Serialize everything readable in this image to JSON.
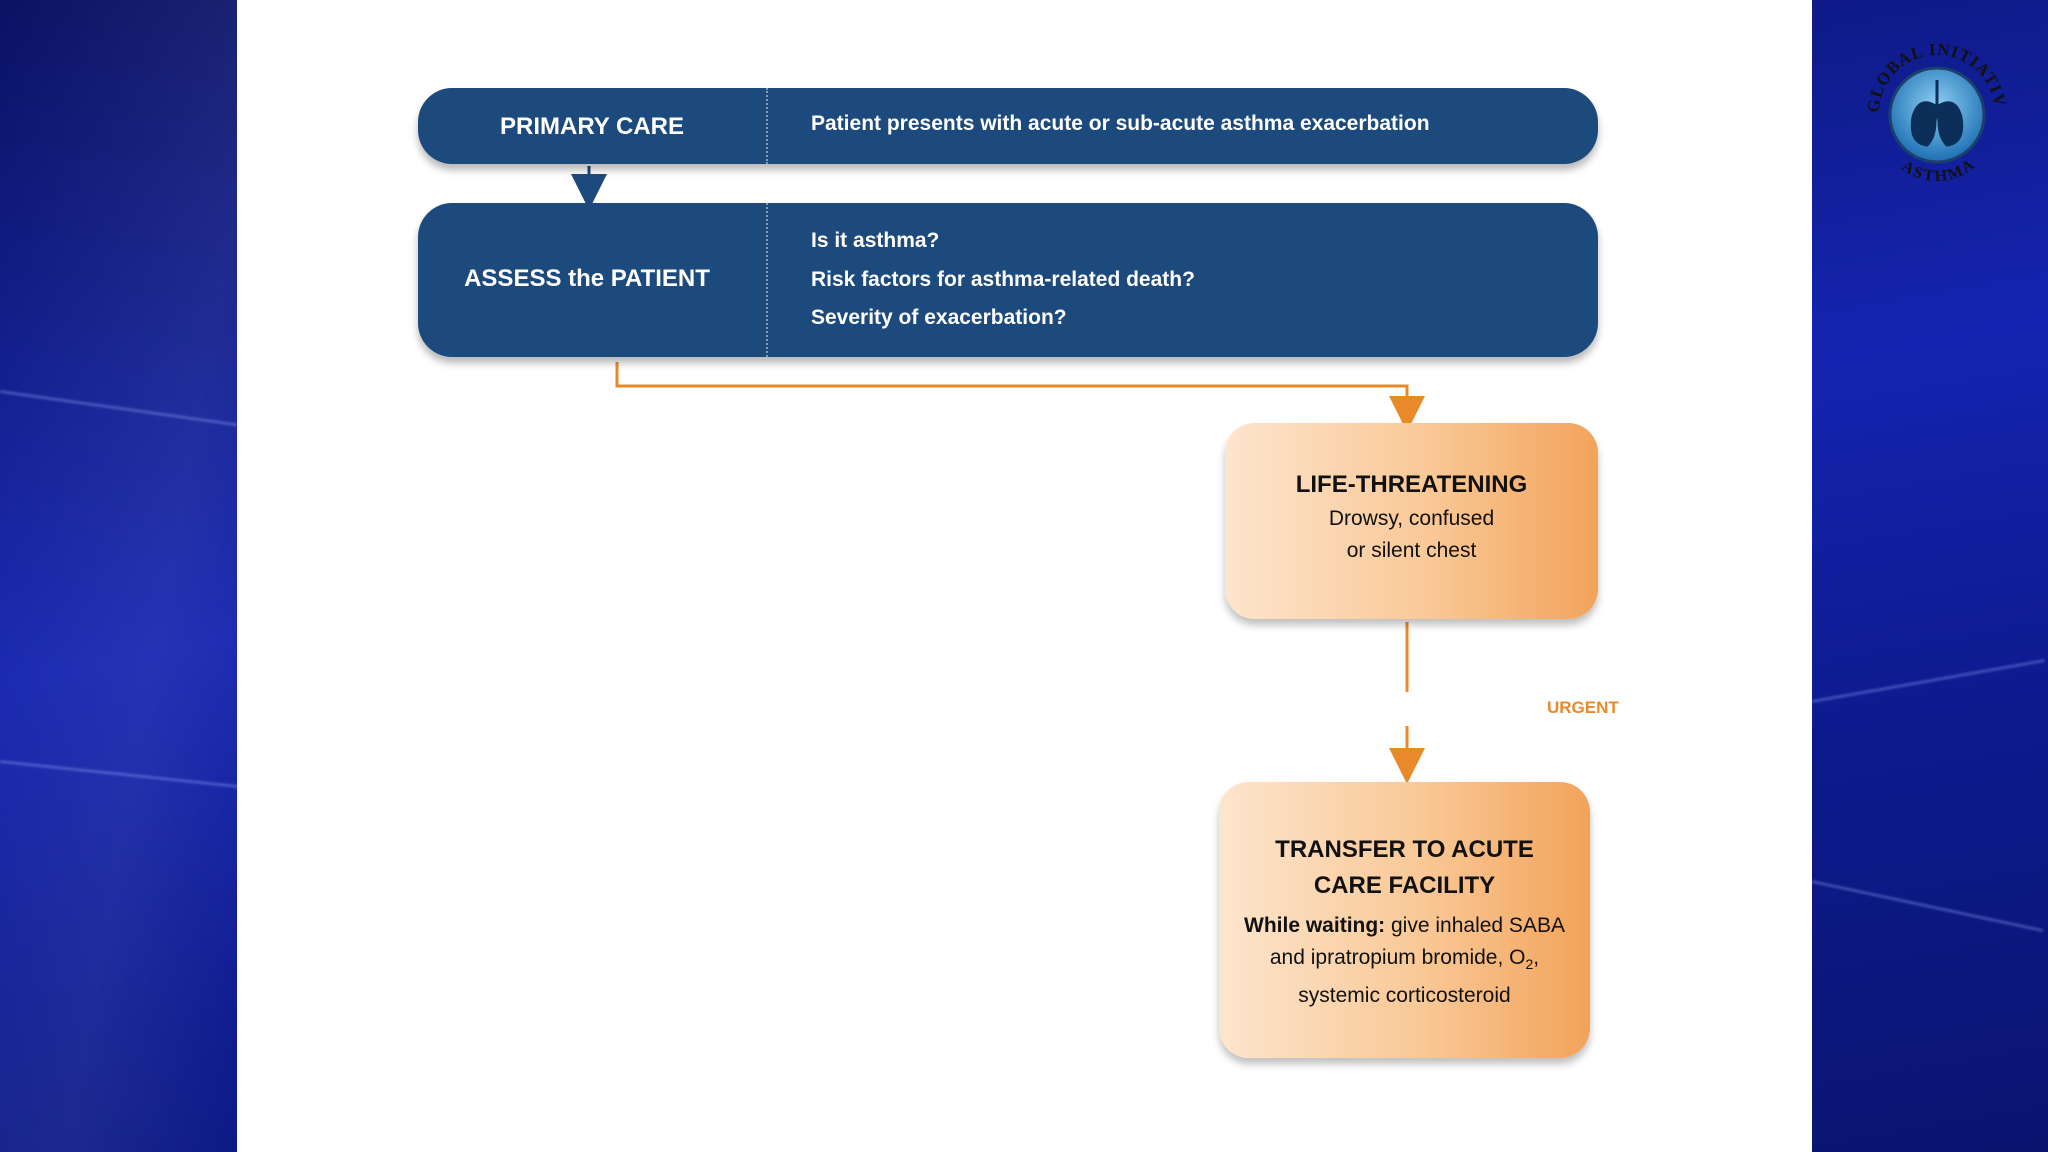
{
  "logo": {
    "arc_top": "GLOBAL INITIATIVE FOR",
    "arc_bottom": "ASTHMA"
  },
  "primary_care": {
    "label": "PRIMARY CARE",
    "text": "Patient presents with acute or sub-acute asthma exacerbation"
  },
  "assess": {
    "label": "ASSESS the PATIENT",
    "questions": [
      "Is it asthma?",
      "Risk factors for asthma-related death?",
      "Severity of exacerbation?"
    ]
  },
  "life_threatening": {
    "title": "LIFE-THREATENING",
    "line1": "Drowsy, confused",
    "line2": "or silent chest"
  },
  "urgent_label": "URGENT",
  "transfer": {
    "title_line1": "TRANSFER TO ACUTE",
    "title_line2": "CARE FACILITY",
    "waiting_bold": "While waiting:",
    "waiting_text1": " give inhaled SABA",
    "waiting_text2a": "and ipratropium bromide, O",
    "waiting_sub": "2",
    "waiting_text2b": ",",
    "waiting_text3": "systemic corticosteroid"
  },
  "colors": {
    "band_blue": "#1d4a7d",
    "arrow_orange": "#e98a2a",
    "background_blue": "#0b1678"
  }
}
